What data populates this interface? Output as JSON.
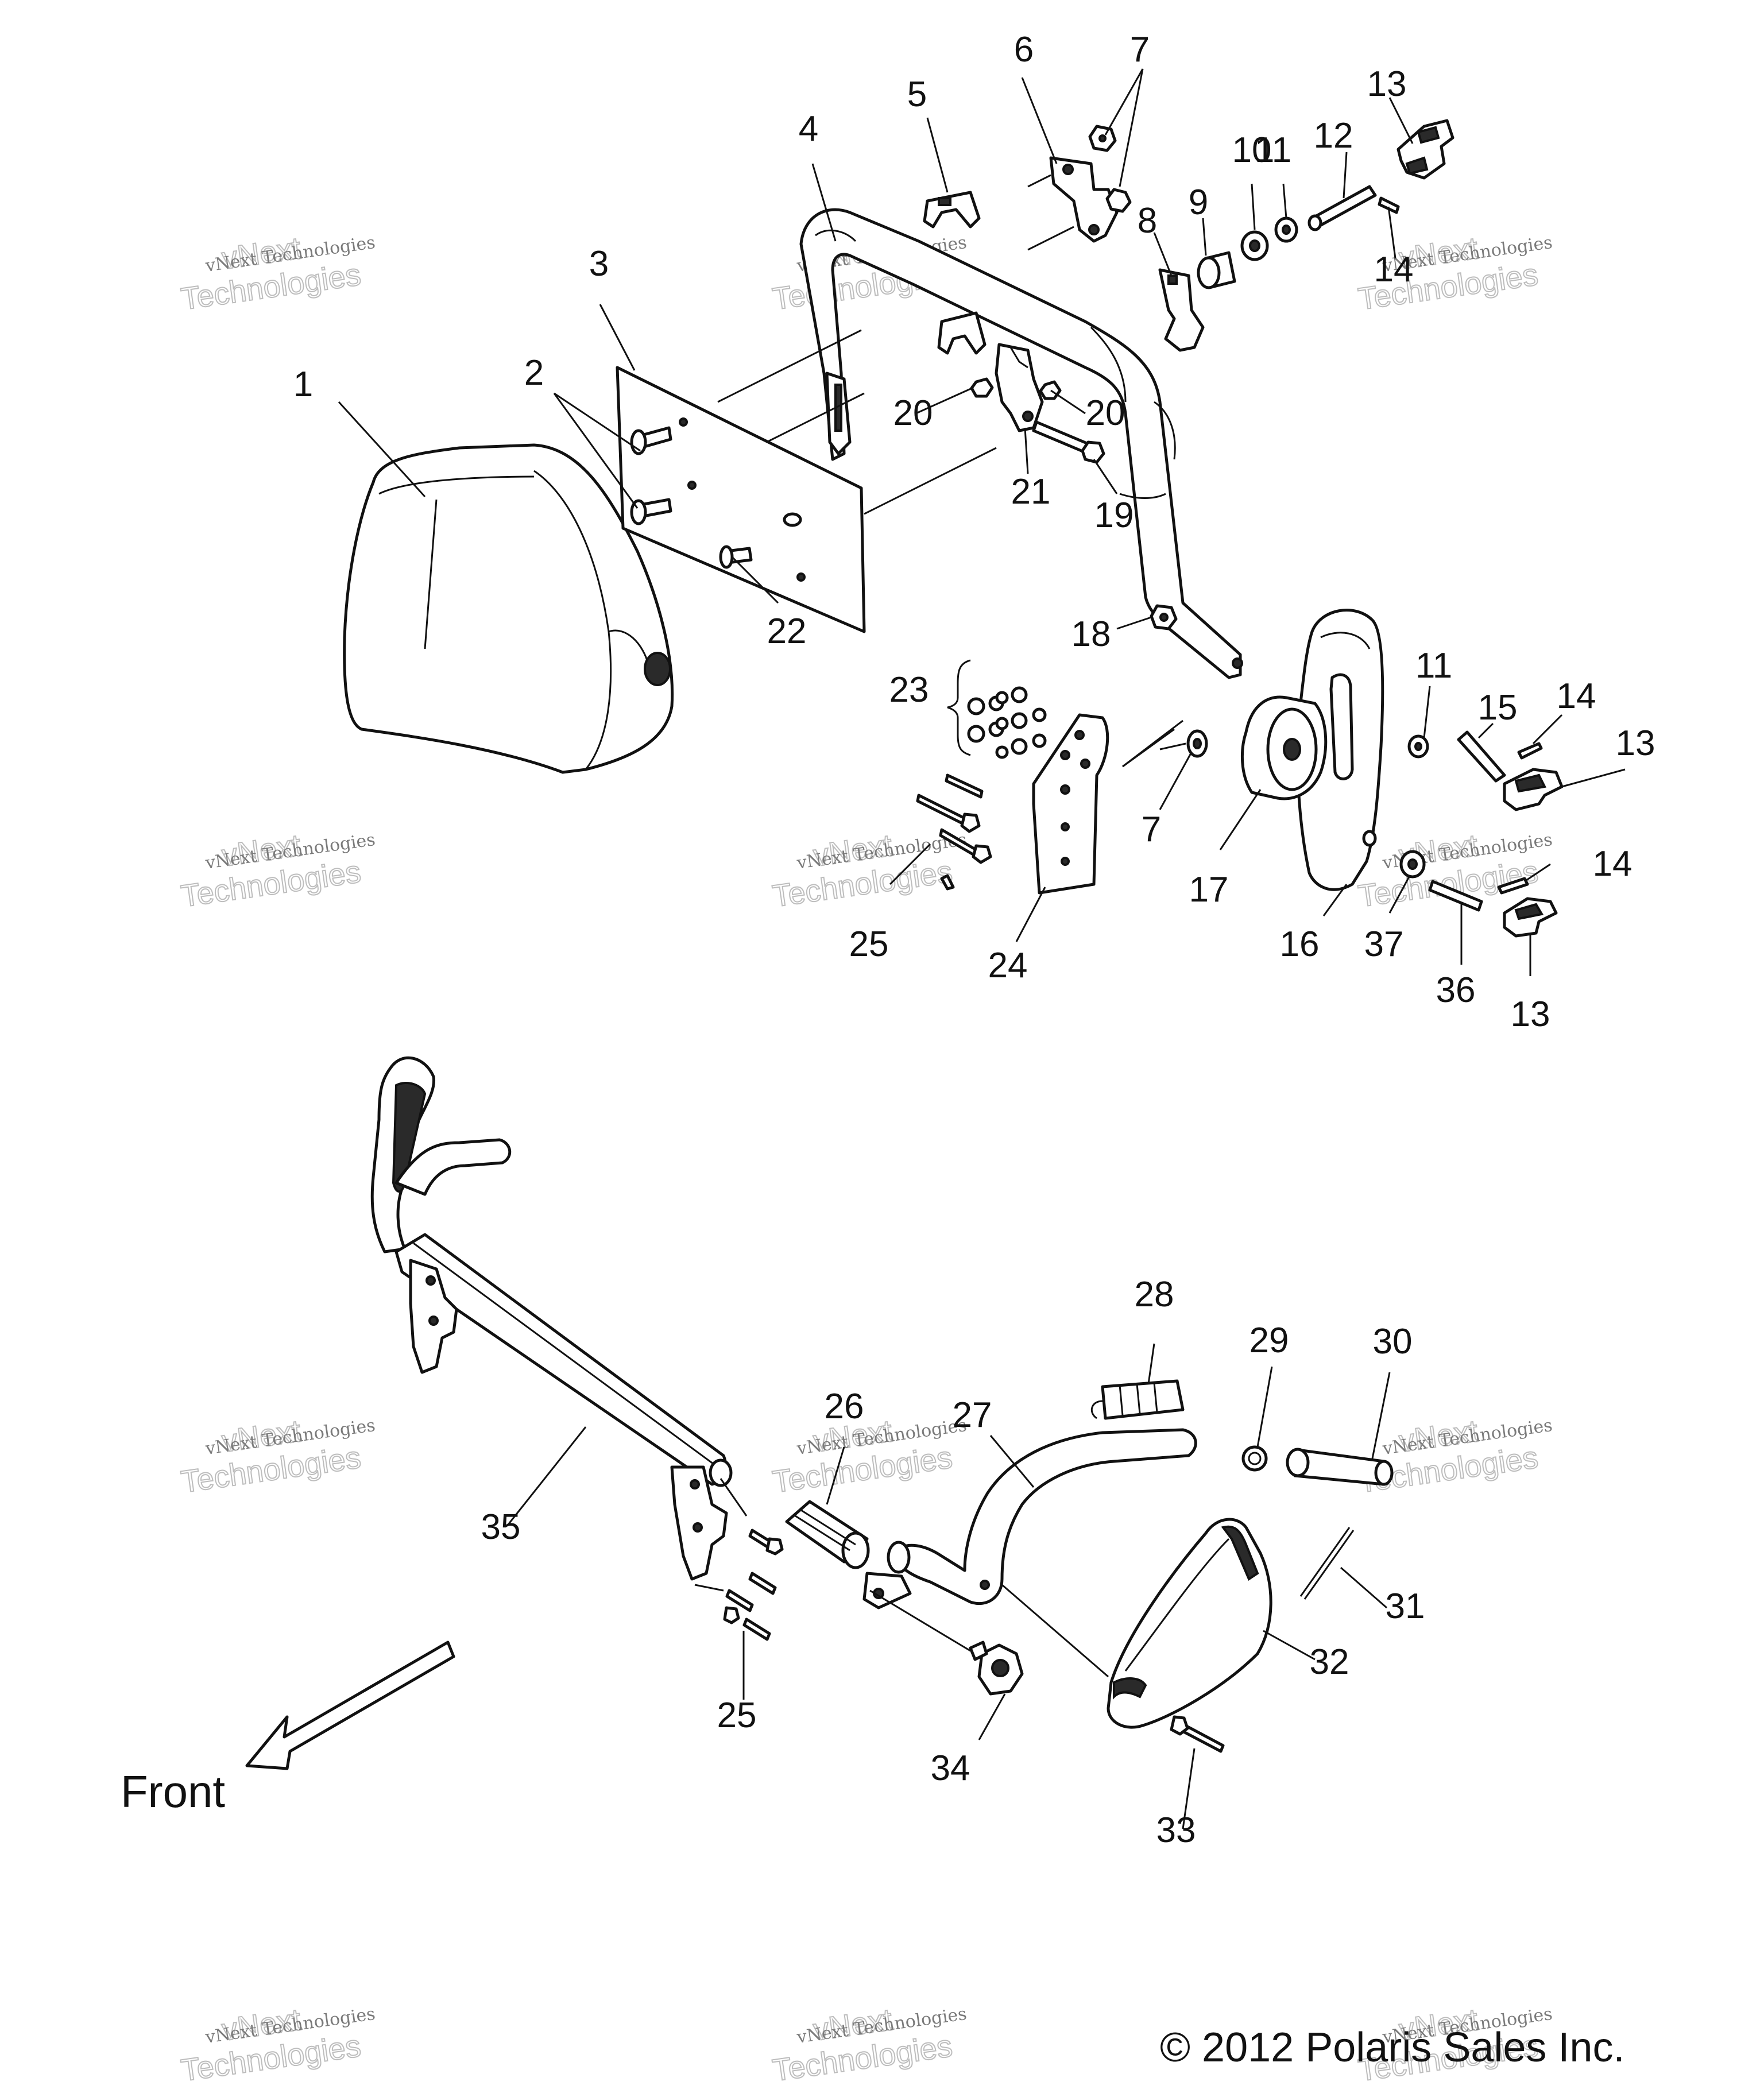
{
  "diagram": {
    "callouts": [
      "1",
      "2",
      "3",
      "4",
      "5",
      "6",
      "7",
      "8",
      "9",
      "10",
      "11",
      "12",
      "13",
      "14",
      "18",
      "19",
      "20",
      "21",
      "22",
      "23",
      "24",
      "25",
      "7",
      "17",
      "16",
      "11",
      "15",
      "14",
      "13",
      "14",
      "37",
      "36",
      "13",
      "26",
      "27",
      "28",
      "29",
      "30",
      "31",
      "32",
      "33",
      "34",
      "35",
      "25"
    ],
    "front_label": "Front",
    "copyright": "© 2012 Polaris Sales Inc.",
    "watermark_small": "vNext Technologies",
    "watermark_big": "Technologies",
    "watermark_top": "vNext"
  }
}
